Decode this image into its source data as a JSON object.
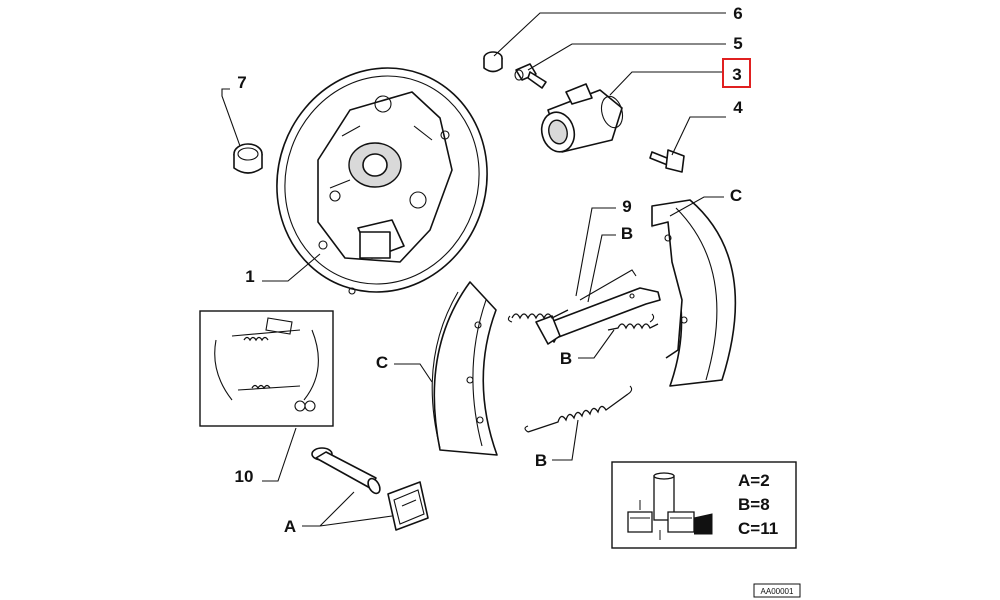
{
  "callouts": {
    "c6": "6",
    "c5": "5",
    "c3": "3",
    "c4": "4",
    "c7": "7",
    "c1": "1",
    "c9": "9",
    "cB1": "B",
    "cC1": "C",
    "cC2": "C",
    "cB2": "B",
    "cB3": "B",
    "c10": "10",
    "cA": "A"
  },
  "legend": {
    "a": "A=2",
    "b": "B=8",
    "c": "C=11"
  },
  "reference": "AA00001",
  "highlight_color": "#e02020"
}
